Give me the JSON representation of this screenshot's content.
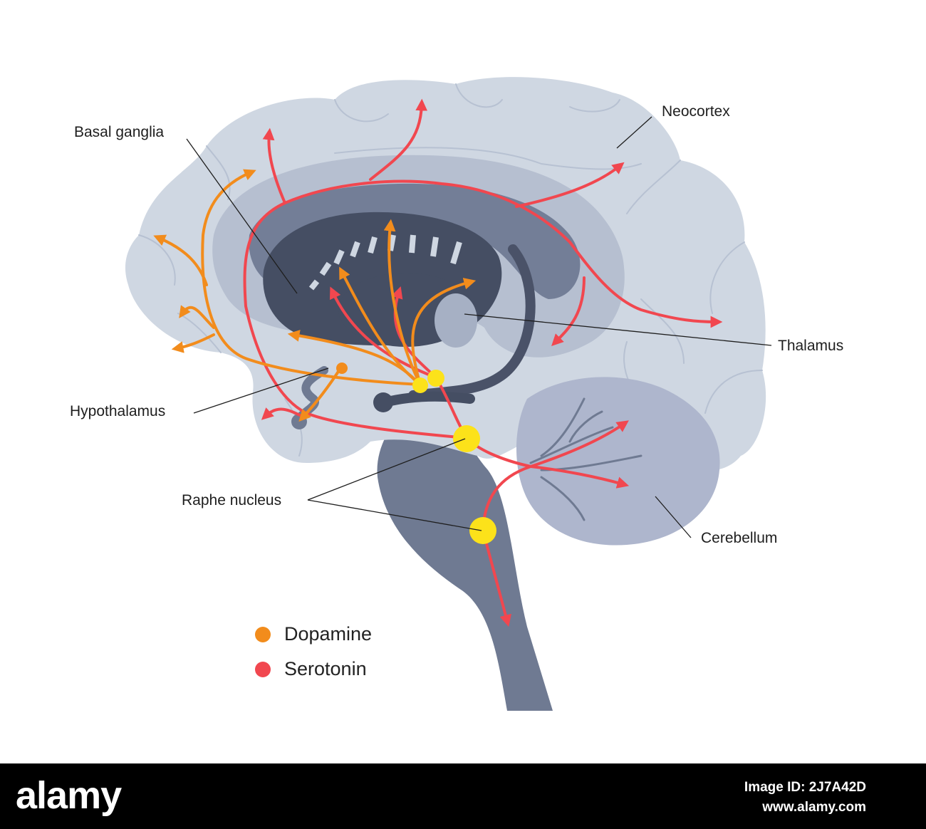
{
  "labels": {
    "basal_ganglia": "Basal ganglia",
    "neocortex": "Neocortex",
    "thalamus": "Thalamus",
    "hypothalamus": "Hypothalamus",
    "raphe_nucleus": "Raphe nucleus",
    "cerebellum": "Cerebellum"
  },
  "legend": [
    {
      "label": "Dopamine",
      "color": "#f28c1c"
    },
    {
      "label": "Serotonin",
      "color": "#f1474f"
    }
  ],
  "colors": {
    "cortex": "#cfd7e2",
    "inner_band": "#b6bfd0",
    "corpus": "#737e97",
    "core": "#454e63",
    "brainstem": "#6f7a92",
    "cerebellum": "#aeb6cd",
    "nucleus": "#fce21a"
  },
  "footer": {
    "logo": "alamy",
    "image_id": "Image ID: 2J7A42D",
    "url": "www.alamy.com"
  }
}
